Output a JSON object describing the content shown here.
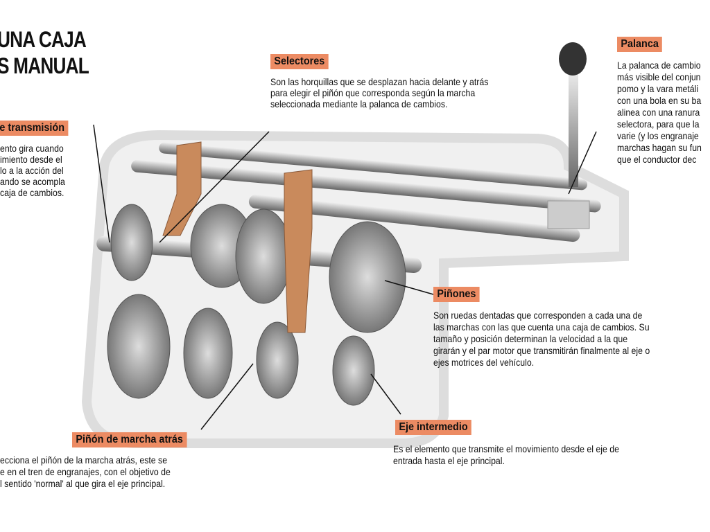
{
  "title": {
    "line1": "UNA CAJA",
    "line2": "S MANUAL"
  },
  "callouts": {
    "transmision": {
      "label": "e transmisión",
      "text": "ento gira cuando\nimiento desde el\nlo a la acción del\nando se acompla\ncaja de cambios."
    },
    "selectores": {
      "label": "Selectores",
      "text": "Son las horquillas que se desplazan hacia delante y atrás\npara elegir el piñón que corresponda según la marcha\nseleccionada mediante la palanca de cambios."
    },
    "palanca": {
      "label": "Palanca",
      "text": "La palanca de cambio\nmás visible del conjun\npomo y la vara metáli\ncon una bola en su ba\nalinea con una ranura\nselectora, para que la\nvarie (y los engranaje\nmarchas hagan su fun\nque el conductor dec"
    },
    "pinones": {
      "label": "Piñones",
      "text": "Son ruedas dentadas que corresponden a cada una de\nlas marchas con las que cuenta una caja de cambios. Su\ntamaño y posición determinan la velocidad a la que\ngirarán y el par motor que transmitirán finalmente al eje o\nejes motrices del vehículo."
    },
    "eje_intermedio": {
      "label": "Eje intermedio",
      "text": "Es el elemento que transmite el movimiento desde el eje de\nentrada hasta el eje principal."
    },
    "marcha_atras": {
      "label": "Piñón de marcha atrás",
      "text": "ecciona el piñón de la marcha atrás, este se\ne en el tren de engranajes, con el objetivo de\nl sentido 'normal' al que gira el eje principal."
    }
  },
  "colors": {
    "label_bg": "#ec8b63"
  }
}
